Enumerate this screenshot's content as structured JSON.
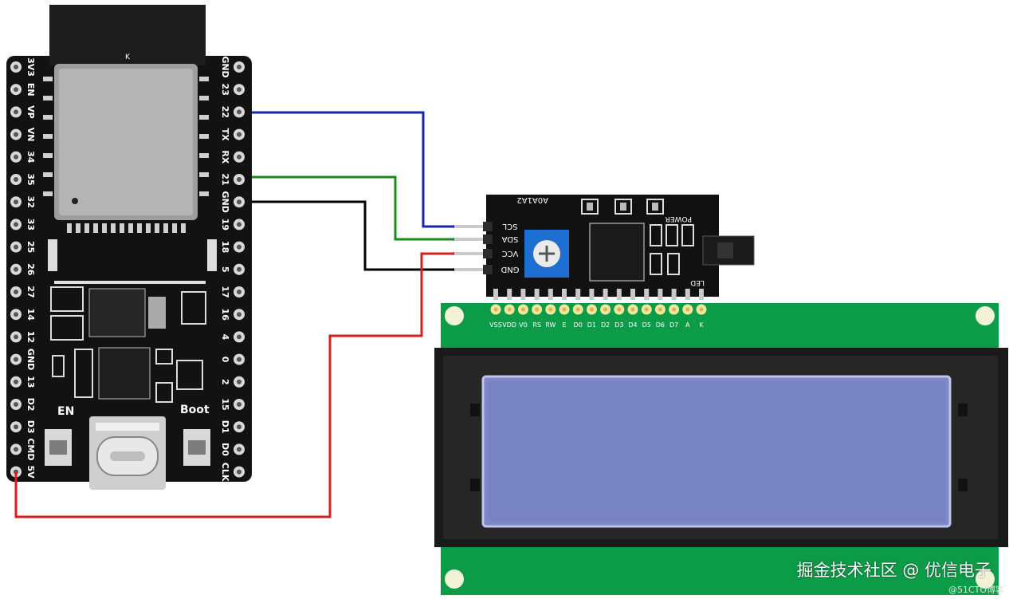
{
  "esp32": {
    "left_pins": [
      "3V3",
      "EN",
      "VP",
      "VN",
      "34",
      "35",
      "32",
      "33",
      "25",
      "26",
      "27",
      "14",
      "12",
      "GND",
      "13",
      "D2",
      "D3",
      "CMD",
      "5V"
    ],
    "right_pins": [
      "GND",
      "23",
      "22",
      "TX",
      "RX",
      "21",
      "GND",
      "19",
      "18",
      "5",
      "17",
      "16",
      "4",
      "0",
      "2",
      "15",
      "D1",
      "D0",
      "CLK"
    ],
    "module_mark": "K",
    "button_en": "EN",
    "button_boot": "Boot"
  },
  "i2c_adapter": {
    "pins": [
      "SCL",
      "SDA",
      "VCC",
      "GND"
    ],
    "address_label": "A0A1A2",
    "power_label": "POWER",
    "led_label": "LED"
  },
  "lcd": {
    "pins": [
      "VSS",
      "VDD",
      "V0",
      "RS",
      "RW",
      "E",
      "D0",
      "D1",
      "D2",
      "D3",
      "D4",
      "D5",
      "D6",
      "D7",
      "A",
      "K"
    ]
  },
  "wires": {
    "scl": {
      "color": "#1428a8"
    },
    "sda": {
      "color": "#1a8a1a"
    },
    "gnd": {
      "color": "#000000"
    },
    "vcc": {
      "color": "#d81e1e"
    }
  },
  "watermark": {
    "text": "掘金技术社区 @ 优信电子",
    "sub": "@51CTO博客"
  }
}
